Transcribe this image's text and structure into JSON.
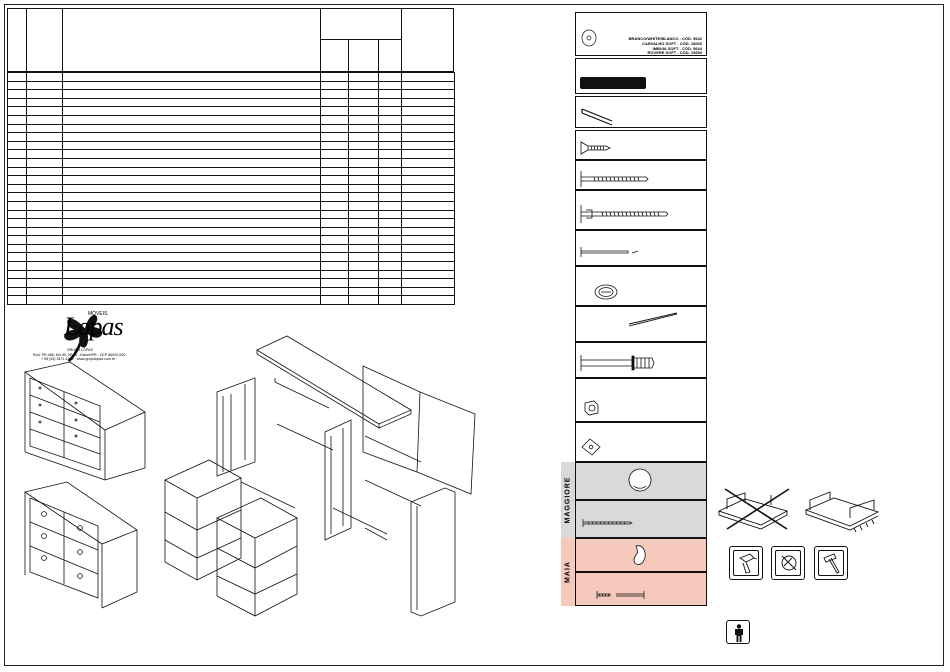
{
  "brand": {
    "name": "Lopas",
    "sub": "MÓVEIS",
    "address_lines": [
      "GRUPO LOPAS",
      "Rod. PR-466, Km 60, Nº 71 - Kaloré/PR - CEP 86920-000",
      "+ 55 (43) 3471-1000 · www.grupolopas.com.br"
    ]
  },
  "parts_table": {
    "row_count": 27
  },
  "hardware": {
    "color_codes": [
      "BRANCO/WHITE/BLANCO - CÓD. 5642",
      "CARVALHO SOFT - CÓD. 18060",
      "IMBUIA SOFT - CÓD. 5644",
      "ROVERE SOFT - CÓD. 19650"
    ],
    "sections": [
      {
        "label": "MAGGIORE",
        "color": "#d9d9d9"
      },
      {
        "label": "MAIA",
        "color": "#f6c9bd"
      }
    ]
  },
  "colors": {
    "line": "#111111",
    "maggiore_bg": "#d9d9d9",
    "maia_bg": "#f6c9bd"
  },
  "icons": [
    "drill-icon",
    "screwdriver-icon",
    "hammer-icon",
    "person-icon"
  ]
}
